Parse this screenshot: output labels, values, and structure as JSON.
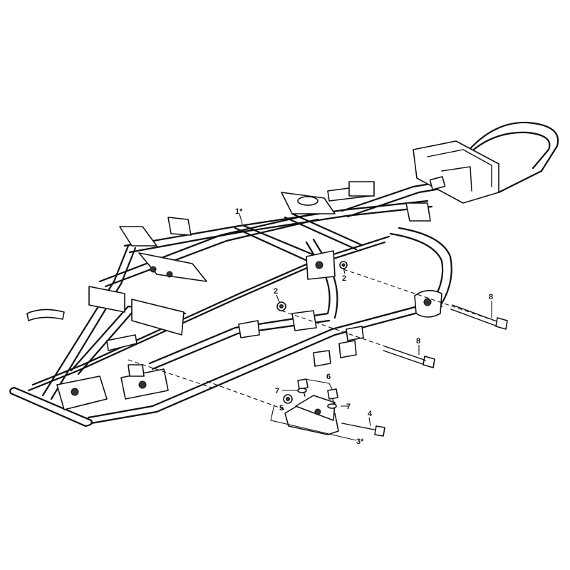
{
  "callouts": {
    "c1": "1*",
    "c2a": "2",
    "c2b": "2",
    "c3": "3*",
    "c4": "4",
    "c5": "5",
    "c6": "6",
    "c7a": "7",
    "c7b": "7",
    "c8a": "8",
    "c8b": "8"
  }
}
